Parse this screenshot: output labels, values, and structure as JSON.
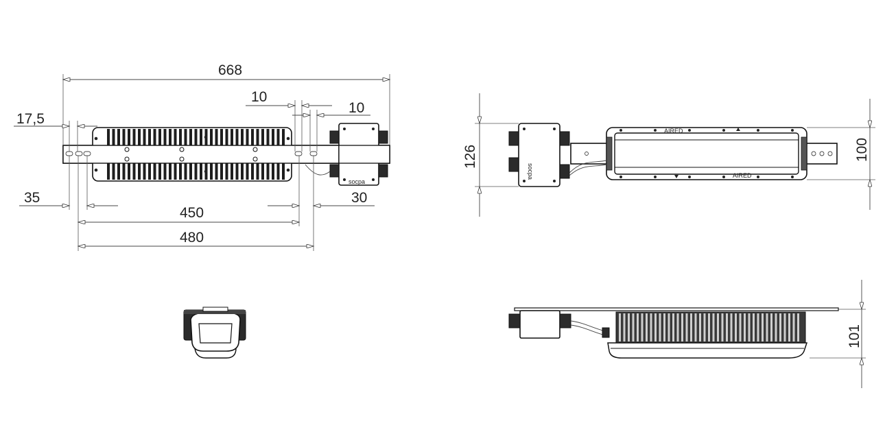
{
  "drawing": {
    "top_view": {
      "dimensions": {
        "overall_length": "668",
        "slot_spacing_top": "10",
        "slot_spacing_top_right": "10",
        "left_edge_offset": "17,5",
        "left_slot_offset": "35",
        "mount_span_inner": "450",
        "mount_span_outer": "480",
        "right_offset": "30"
      },
      "brand_mark": "socpa"
    },
    "side_view": {
      "dimensions": {
        "overall_height": "126",
        "housing_height": "100"
      },
      "brand_mark": "socpa",
      "housing_marks": [
        "AIRED",
        "AIRED"
      ]
    },
    "front_view": {},
    "profile_view": {
      "dimensions": {
        "profile_height": "101"
      }
    }
  }
}
